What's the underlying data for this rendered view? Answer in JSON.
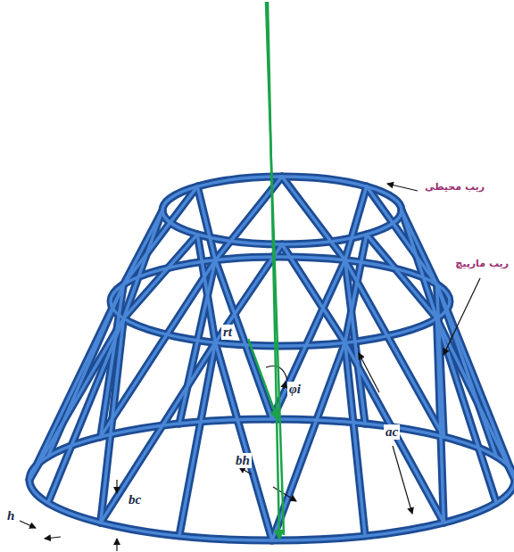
{
  "diagram": {
    "labels": [
      "ریب محیطی",
      "ریب مارپیچ",
      "rt",
      "φi",
      "ac",
      "h",
      "bc",
      "bh"
    ]
  }
}
